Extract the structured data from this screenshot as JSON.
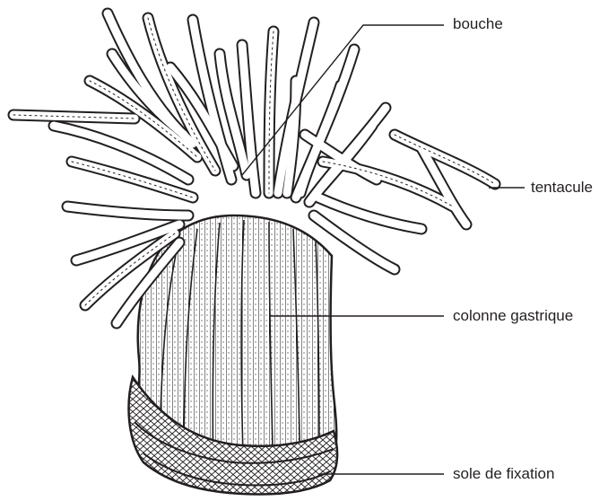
{
  "labels": {
    "bouche": "bouche",
    "tentacule": "tentacule",
    "colonne": "colonne gastrique",
    "sole": "sole de fixation"
  },
  "colors": {
    "ink": "#231f20",
    "background": "#ffffff"
  }
}
